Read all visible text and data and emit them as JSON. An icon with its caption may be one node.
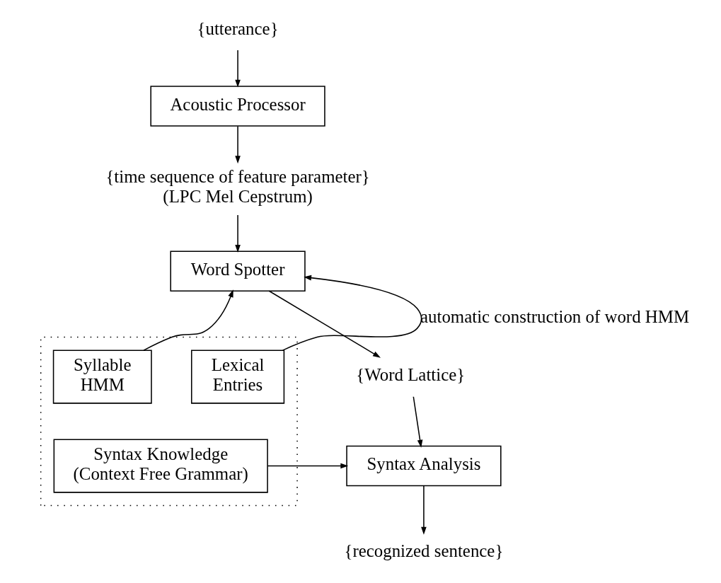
{
  "diagram": {
    "nodes": [
      {
        "text": [
          "{utterance}"
        ]
      },
      {
        "text": [
          "Acoustic Processor"
        ]
      },
      {
        "text": [
          "{time sequence of feature parameter}",
          "(LPC Mel Cepstrum)"
        ]
      },
      {
        "text": [
          "Word Spotter"
        ]
      },
      {
        "text": [
          "{Word Lattice}"
        ]
      },
      {
        "text": [
          "Syntax Analysis"
        ]
      },
      {
        "text": [
          "{recognized sentence}"
        ]
      },
      {
        "text": [],
        "shape": "box"
      },
      {
        "text": [
          "Syllable HMM"
        ],
        "in": 7
      },
      {
        "text": [
          "Lexical Entries"
        ],
        "in": 7
      },
      {
        "text": [
          "Syntax Knowledge",
          "(Context Free Grammar)"
        ],
        "in": 7
      }
    ],
    "edges": [
      {
        "from": 0,
        "to": 1,
        "arrow": "to"
      },
      {
        "from": 1,
        "to": 2,
        "arrow": "to"
      },
      {
        "from": 2,
        "to": 3,
        "arrow": "to"
      },
      {
        "from": 3,
        "to": 4,
        "arrow": "to"
      },
      {
        "from": 4,
        "to": 5,
        "arrow": "to"
      },
      {
        "from": 5,
        "to": 6,
        "arrow": "to"
      },
      {
        "from": 8,
        "to": 3,
        "arrow": "to"
      },
      {
        "from": 9,
        "to": 3,
        "arrow": "to",
        "label": "automatic construction of word HMM"
      },
      {
        "from": 10,
        "to": 5,
        "arrow": "to"
      }
    ]
  }
}
